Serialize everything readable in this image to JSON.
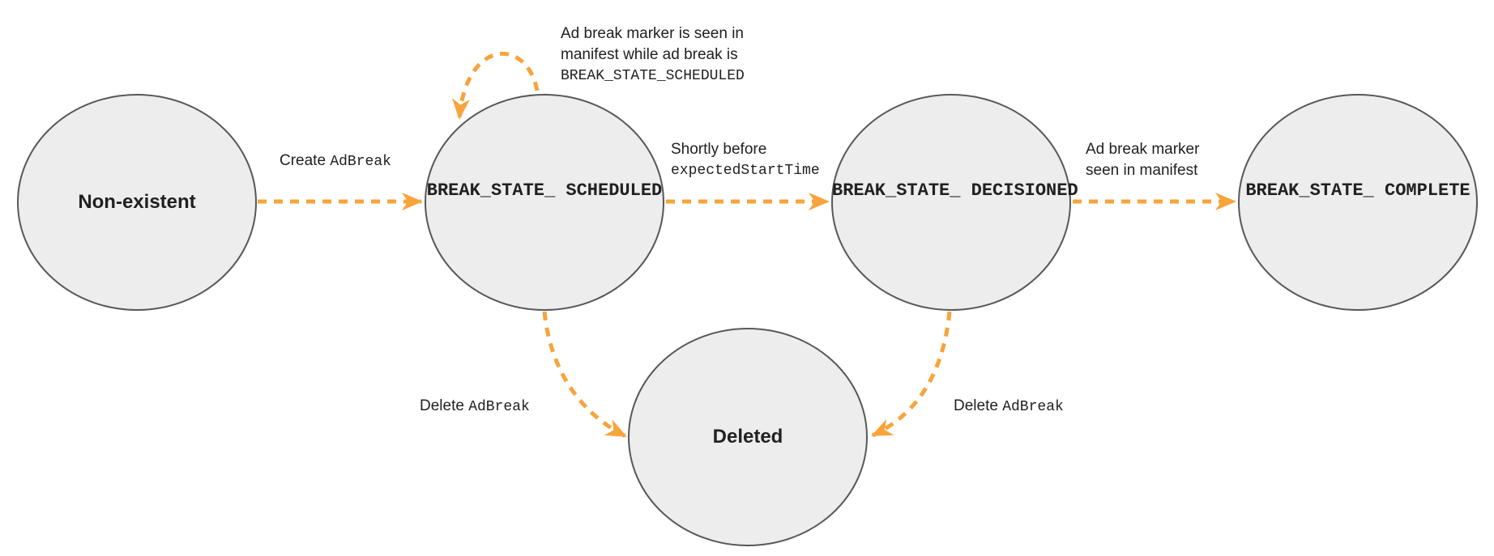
{
  "colors": {
    "arrow": "#F7A43C",
    "node_fill": "#EDEDED",
    "node_stroke": "#58585A",
    "text": "#212121"
  },
  "states": [
    {
      "name": "non-existent",
      "label": "Non-existent"
    },
    {
      "name": "break-state-scheduled",
      "lines": [
        "BREAK_STATE_",
        "SCHEDULED"
      ]
    },
    {
      "name": "break-state-decisioned",
      "lines": [
        "BREAK_STATE_",
        "DECISIONED"
      ]
    },
    {
      "name": "break-state-complete",
      "lines": [
        "BREAK_STATE_",
        "COMPLETE"
      ]
    },
    {
      "name": "deleted",
      "label": "Deleted"
    }
  ],
  "transitions": {
    "create": {
      "text": "Create ",
      "code": "AdBreak"
    },
    "self_loop": {
      "line1": "Ad break marker is seen in",
      "line2": "manifest while ad break is",
      "code": "BREAK_STATE_SCHEDULED"
    },
    "shortly_before": {
      "line1": "Shortly before",
      "code": "expectedStartTime"
    },
    "marker_seen": {
      "line1": "Ad break marker",
      "line2": "seen in manifest"
    },
    "delete_scheduled": {
      "text": "Delete ",
      "code": "AdBreak"
    },
    "delete_decisioned": {
      "text": "Delete ",
      "code": "AdBreak"
    }
  }
}
